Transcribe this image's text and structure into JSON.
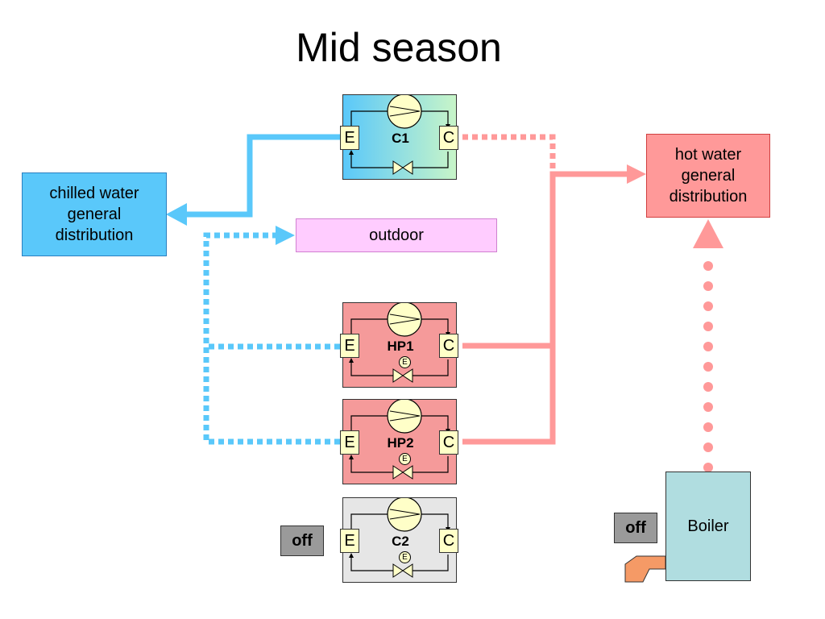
{
  "title": "Mid season",
  "boxes": {
    "chilled": "chilled water general distribution",
    "hot": "hot water general distribution",
    "outdoor": "outdoor",
    "boiler": "Boiler"
  },
  "units": [
    {
      "name": "C1",
      "state": "cooling",
      "evap": "E",
      "cond": "C",
      "valve_label": ""
    },
    {
      "name": "HP1",
      "state": "heating",
      "evap": "E",
      "cond": "C",
      "valve_label": "E"
    },
    {
      "name": "HP2",
      "state": "heating",
      "evap": "E",
      "cond": "C",
      "valve_label": "E"
    },
    {
      "name": "C2",
      "state": "off",
      "evap": "E",
      "cond": "C",
      "valve_label": "E"
    }
  ],
  "status": {
    "c2": "off",
    "boiler": "off"
  },
  "colors": {
    "chilled": "#5ac8fa",
    "hot": "#ff9999",
    "outdoor": "#ffccff",
    "boiler": "#b0dde0",
    "hp_unit": "#f59a9a",
    "off_unit": "#e6e6e6",
    "burner": "#f59a66"
  }
}
